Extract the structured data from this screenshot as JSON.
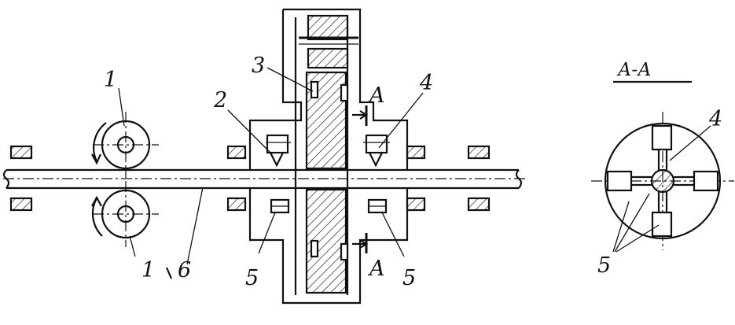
{
  "labels": {
    "roller_top": "1",
    "roller_bottom": "1",
    "cutter": "2",
    "disk": "3",
    "insert_right": "4",
    "bearing_left": "5",
    "bearing_right": "5",
    "bar": "6",
    "section_mark_top": "A",
    "section_mark_bottom": "A",
    "section_title": "А-А",
    "section_label_4": "4",
    "section_label_5": "5"
  }
}
